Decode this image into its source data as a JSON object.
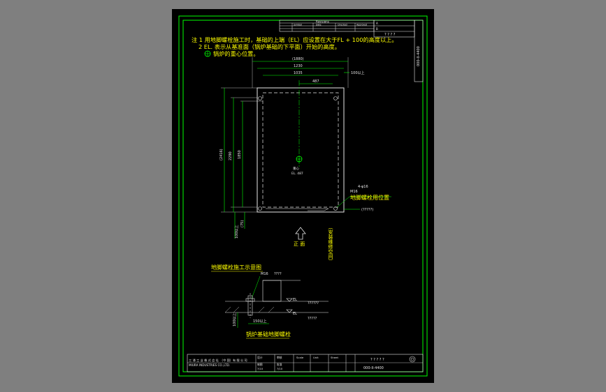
{
  "colors": {
    "background": "#7f7f7f",
    "sheet": "#000000",
    "line_green": "#00ff00",
    "line_white": "#e8e8e8",
    "text_yellow": "#ffff00"
  },
  "notes": {
    "line1": "注 1 用地脚螺栓施工时，基础的上端（EL）应设置在大于FL + 100的高度以上。",
    "line2": "2 EL. 表示从基准面（锅炉基础的下平面）开始的高度。",
    "line3": "锅炉的重心位置。"
  },
  "title_block_top": {
    "r1": "Revisions",
    "r2": "Symbol",
    "r3": "Date",
    "r4": "Checked",
    "r5": "Approved",
    "row_a": "A",
    "row_b": "B",
    "code": "? ? ? ?"
  },
  "side_label": "000-II-4400",
  "plan": {
    "dim_outer": "(1880)",
    "dim_1": "1230",
    "dim_2": "1035",
    "dim_3": "487",
    "dim_4": "100以上",
    "dim_v1": "(2416)",
    "dim_v2": "2290",
    "dim_v3": "1850",
    "dim_v4": "100以上",
    "dim_v5": "(75)",
    "cog_label": "重心",
    "cog_el": "EL. 487",
    "bolt_count": "4-φ16",
    "bolt_size": "M16",
    "bolt_label": "地脚螺栓用位置",
    "bolt_value": "(?????)",
    "front_label": "正 面",
    "side_note": "（安装维修空间）"
  },
  "section": {
    "title": "地脚螺栓施工示意图",
    "bolt": "M16",
    "bolt_q": "????",
    "el1": "EL",
    "el1_val": "??????",
    "el2": "EL",
    "el2_val": "?????",
    "dim_h": "100以上",
    "dim_w": "150以上",
    "caption": "锅炉基础地脚螺栓"
  },
  "title_block_bottom": {
    "company_1": "三 浦 工 业 株 式 会 社　（中 国）有 限 公 司",
    "company_2": "MIURA INDUSTRIES CO.,LTD.",
    "designed": "设计",
    "drawn": "制图",
    "checked": "审核",
    "approved": "批准",
    "date_1": "?/10",
    "date_2": "?/10",
    "scale_label": "Scale",
    "unit_label": "Unit",
    "sheet_label": "Sheet",
    "model": "? ? ? ? ?",
    "drawing_no": "000-II-4400"
  }
}
